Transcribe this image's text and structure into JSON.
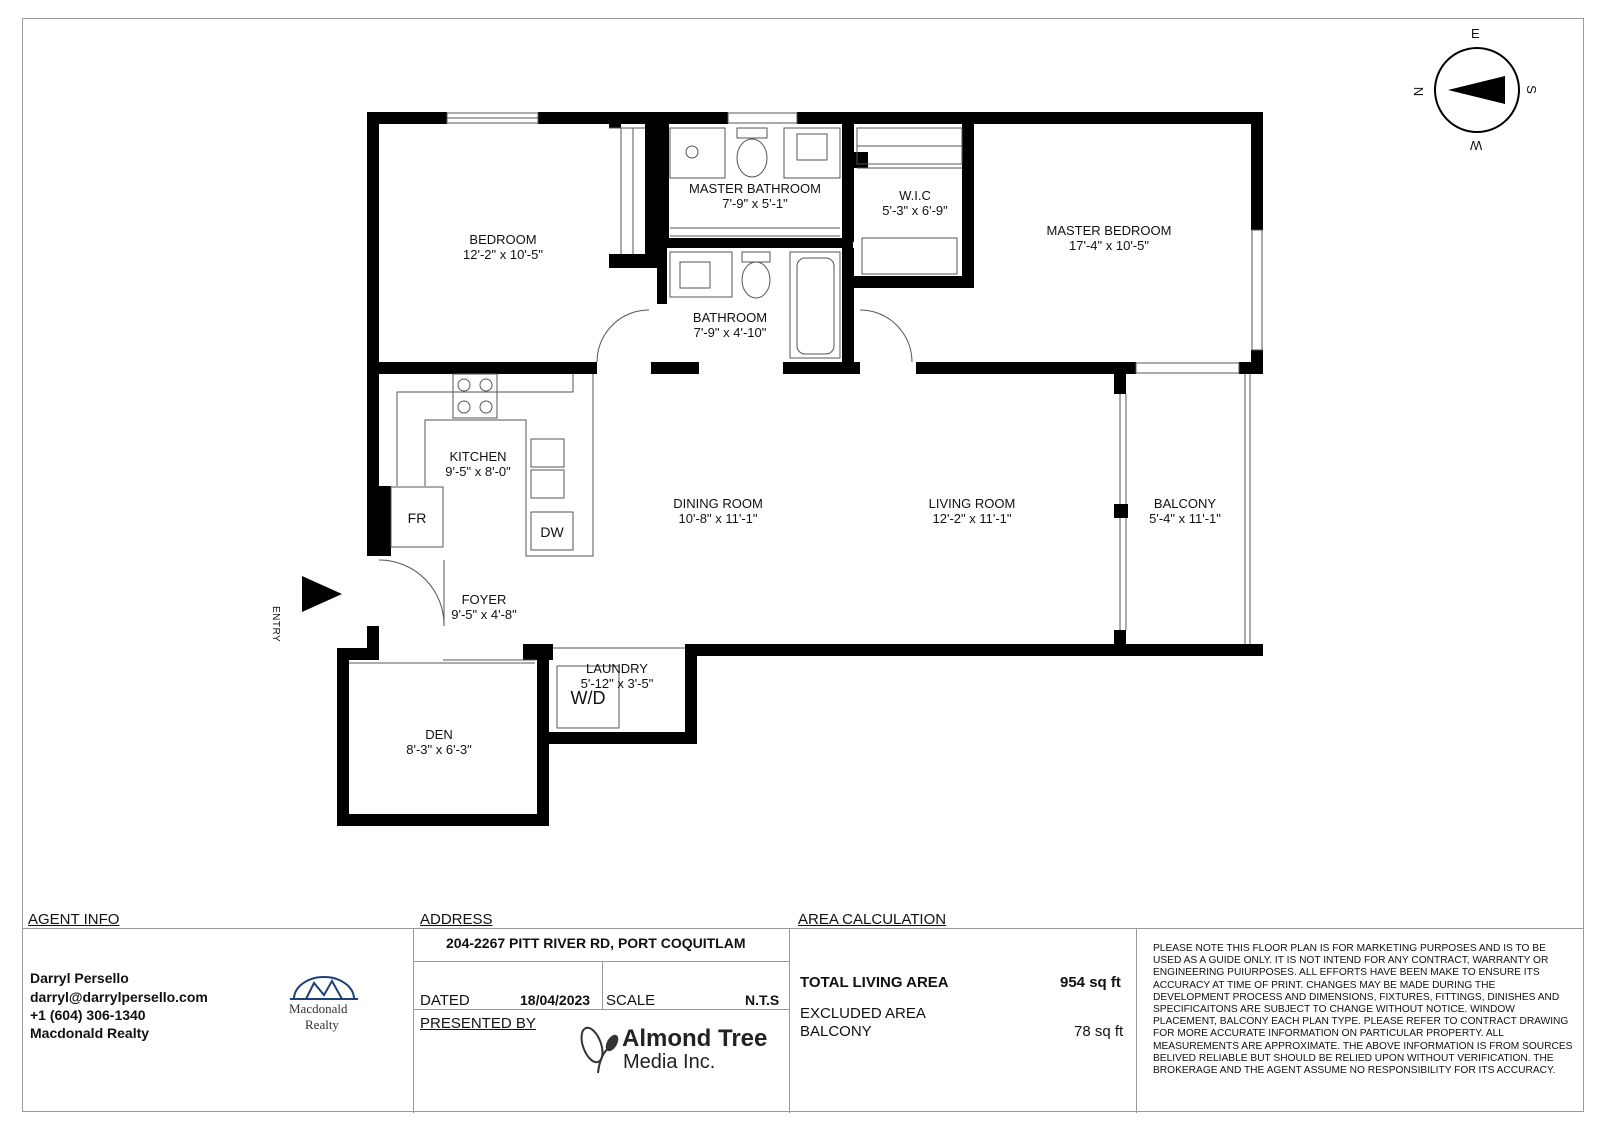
{
  "rooms": {
    "bedroom": {
      "name": "BEDROOM",
      "dim": "12'-2\" x 10'-5\""
    },
    "master_bathroom": {
      "name": "MASTER BATHROOM",
      "dim": "7'-9\" x 5'-1\""
    },
    "wic": {
      "name": "W.I.C",
      "dim": "5'-3\" x 6'-9\""
    },
    "master_bedroom": {
      "name": "MASTER BEDROOM",
      "dim": "17'-4\" x 10'-5\""
    },
    "bathroom": {
      "name": "BATHROOM",
      "dim": "7'-9\" x 4'-10\""
    },
    "kitchen": {
      "name": "KITCHEN",
      "dim": "9'-5\" x 8'-0\""
    },
    "dining_room": {
      "name": "DINING ROOM",
      "dim": "10'-8\" x 11'-1\""
    },
    "living_room": {
      "name": "LIVING ROOM",
      "dim": "12'-2\" x 11'-1\""
    },
    "balcony": {
      "name": "BALCONY",
      "dim": "5'-4\" x 11'-1\""
    },
    "foyer": {
      "name": "FOYER",
      "dim": "9'-5\" x 4'-8\""
    },
    "laundry": {
      "name": "LAUNDRY",
      "dim": "5'-12\" x 3'-5\""
    },
    "den": {
      "name": "DEN",
      "dim": "8'-3\" x 6'-3\""
    }
  },
  "fixtures": {
    "fridge": "FR",
    "dishwasher": "DW",
    "washer_dryer": "W/D"
  },
  "entry_label": "ENTRY",
  "compass": {
    "n": "N",
    "e": "E",
    "s": "S",
    "w": "W"
  },
  "agent": {
    "heading": "AGENT INFO",
    "name": "Darryl Persello",
    "email": "darryl@darrylpersello.com",
    "phone": "+1 (604) 306-1340",
    "company": "Macdonald Realty",
    "logo_text_1": "Macdonald",
    "logo_text_2": "Realty"
  },
  "address": {
    "heading": "ADDRESS",
    "value": "204-2267 PITT RIVER RD, PORT COQUITLAM",
    "dated_label": "DATED",
    "dated_value": "18/04/2023",
    "scale_label": "SCALE",
    "scale_value": "N.T.S",
    "presented_label": "PRESENTED BY",
    "presenter_name_1": "Almond Tree",
    "presenter_name_2": "Media Inc."
  },
  "area": {
    "heading": "AREA CALCULATION",
    "total_label": "TOTAL LIVING AREA",
    "total_value": "954 sq ft",
    "excluded_label": "EXCLUDED AREA",
    "balcony_label": "BALCONY",
    "balcony_value": "78 sq ft"
  },
  "disclaimer": "PLEASE NOTE THIS FLOOR PLAN IS FOR MARKETING PURPOSES AND IS TO BE USED AS A GUIDE ONLY. IT IS NOT INTEND FOR ANY CONTRACT, WARRANTY OR ENGINEERING PUIURPOSES. ALL EFFORTS HAVE BEEN MAKE TO ENSURE ITS ACCURACY AT TIME OF PRINT. CHANGES MAY BE MADE DURING THE DEVELOPMENT PROCESS AND DIMENSIONS, FIXTURES, FITTINGS, DINISHES AND SPECIFICAITONS ARE SUBJECT TO CHANGE WITHOUT NOTICE. WINDOW PLACEMENT, BALCONY EACH PLAN TYPE. PLEASE REFER TO CONTRACT DRAWING FOR MORE ACCURATE INFORMATION ON PARTICULAR PROPERTY. ALL MEASUREMENTS ARE APPROXIMATE. THE ABOVE INFORMATION IS FROM SOURCES BELIVED RELIABLE BUT SHOULD BE RELIED UPON WITHOUT VERIFICATION. THE BROKERAGE AND THE AGENT ASSUME NO RESPONSIBILITY FOR ITS ACCURACY."
}
